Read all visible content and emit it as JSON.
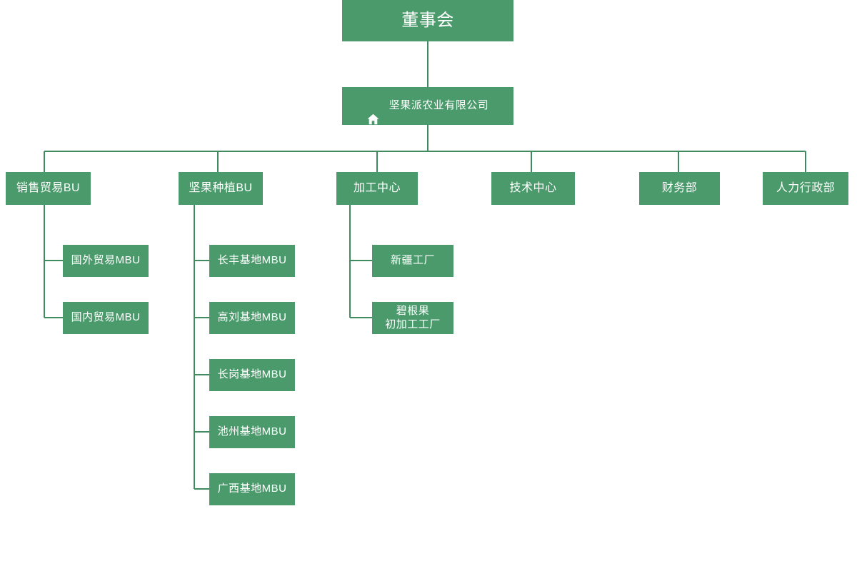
{
  "theme": {
    "box_fill": "#4a9a6b",
    "line_color": "#3f8a5e",
    "text_color": "#ffffff",
    "background": "#ffffff"
  },
  "chart": {
    "type": "org-chart",
    "title_node": "董事会",
    "root": {
      "id": "board",
      "label": "董事会",
      "children": [
        {
          "id": "company",
          "label": "坚果派农业有限公司",
          "icon": "home-icon",
          "children": [
            {
              "id": "sales-bu",
              "label": "销售贸易BU",
              "children": [
                {
                  "id": "overseas-trade-mbu",
                  "label": "国外贸易MBU"
                },
                {
                  "id": "domestic-trade-mbu",
                  "label": "国内贸易MBU"
                }
              ]
            },
            {
              "id": "planting-bu",
              "label": "坚果种植BU",
              "children": [
                {
                  "id": "changfeng-base-mbu",
                  "label": "长丰基地MBU"
                },
                {
                  "id": "gaoliu-base-mbu",
                  "label": "高刘基地MBU"
                },
                {
                  "id": "changgang-base-mbu",
                  "label": "长岗基地MBU"
                },
                {
                  "id": "chizhou-base-mbu",
                  "label": "池州基地MBU"
                },
                {
                  "id": "guangxi-base-mbu",
                  "label": "广西基地MBU"
                }
              ]
            },
            {
              "id": "processing-center",
              "label": "加工中心",
              "children": [
                {
                  "id": "xinjiang-factory",
                  "label": "新疆工厂"
                },
                {
                  "id": "pecan-primary-processing-factory",
                  "label": "碧根果\n初加工工厂"
                }
              ]
            },
            {
              "id": "tech-center",
              "label": "技术中心",
              "children": []
            },
            {
              "id": "finance-dept",
              "label": "财务部",
              "children": []
            },
            {
              "id": "hr-admin-dept",
              "label": "人力行政部",
              "children": []
            }
          ]
        }
      ]
    }
  },
  "nodes": {
    "board": {
      "label": "董事会"
    },
    "company": {
      "label": "坚果派农业有限公司",
      "icon": "home-icon"
    },
    "sales_bu": {
      "label": "销售贸易BU"
    },
    "planting_bu": {
      "label": "坚果种植BU"
    },
    "processing_center": {
      "label": "加工中心"
    },
    "tech_center": {
      "label": "技术中心"
    },
    "finance_dept": {
      "label": "财务部"
    },
    "hr_admin_dept": {
      "label": "人力行政部"
    },
    "overseas_trade": {
      "label": "国外贸易MBU"
    },
    "domestic_trade": {
      "label": "国内贸易MBU"
    },
    "changfeng_base": {
      "label": "长丰基地MBU"
    },
    "gaoliu_base": {
      "label": "高刘基地MBU"
    },
    "changgang_base": {
      "label": "长岗基地MBU"
    },
    "chizhou_base": {
      "label": "池州基地MBU"
    },
    "guangxi_base": {
      "label": "广西基地MBU"
    },
    "xinjiang_factory": {
      "label": "新疆工厂"
    },
    "pecan_factory": {
      "label": "碧根果\n初加工工厂"
    }
  }
}
